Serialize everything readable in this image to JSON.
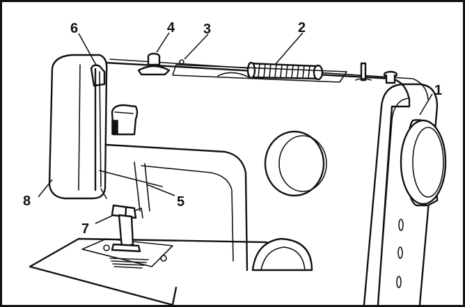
{
  "figure": {
    "labels": [
      {
        "id": "1",
        "text": "1"
      },
      {
        "id": "2",
        "text": "2"
      },
      {
        "id": "3",
        "text": "3"
      },
      {
        "id": "4",
        "text": "4"
      },
      {
        "id": "5",
        "text": "5"
      },
      {
        "id": "6",
        "text": "6"
      },
      {
        "id": "7",
        "text": "7"
      },
      {
        "id": "8",
        "text": "8"
      }
    ]
  },
  "colors": {
    "line": "#111111",
    "background": "#ffffff"
  }
}
